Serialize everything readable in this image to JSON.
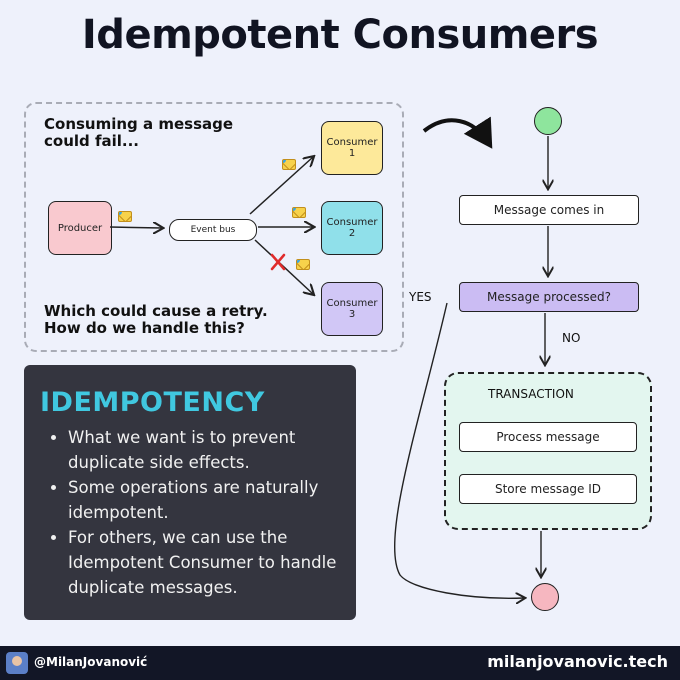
{
  "title": "Idempotent Consumers",
  "left": {
    "note_top": [
      "Consuming a message",
      "could fail..."
    ],
    "note_bottom": [
      "Which could cause a retry.",
      "How do we handle this?"
    ],
    "producer": "Producer",
    "event_bus": "Event bus",
    "consumers": [
      "Consumer 1",
      "Consumer 2",
      "Consumer 3"
    ]
  },
  "card": {
    "title": "IDEMPOTENCY",
    "bullets": [
      "What we want is to prevent duplicate side effects.",
      "Some operations are naturally idempotent.",
      "For others, we can use the Idempotent Consumer to handle duplicate messages."
    ]
  },
  "flow": {
    "message_comes_in": "Message comes in",
    "message_processed": "Message processed?",
    "yes": "YES",
    "no": "NO",
    "transaction": "TRANSACTION",
    "process_message": "Process message",
    "store_message_id": "Store message ID"
  },
  "footer": {
    "handle": "@MilanJovanović",
    "site": "milanjovanovic.tech"
  },
  "colors": {
    "producer": "#f9c9cf",
    "consumer1": "#fde99a",
    "consumer2": "#90e0ea",
    "consumer3": "#d1c7f6",
    "start": "#8ee59d",
    "end": "#f6b7c0",
    "card_bg": "#34353f",
    "card_title": "#40c8e0",
    "decision": "#cbbcf3",
    "transaction_bg": "#e3f6ef"
  },
  "icons": [
    "envelope-icon",
    "x-mark-icon",
    "avatar"
  ]
}
